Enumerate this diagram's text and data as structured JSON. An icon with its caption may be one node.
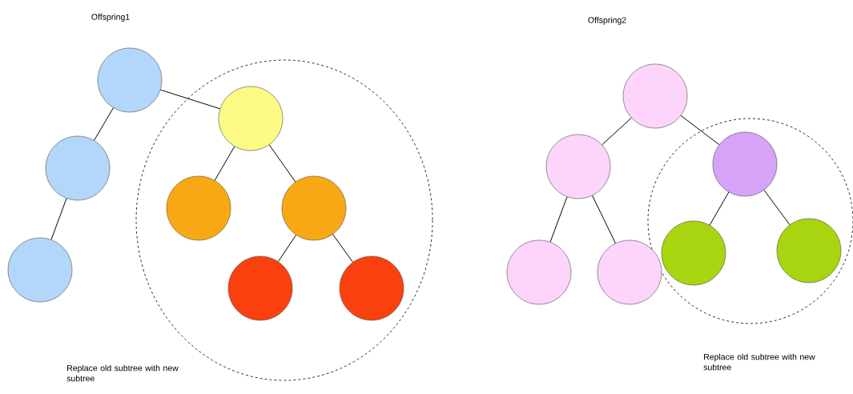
{
  "diagram": {
    "nodes": [
      {
        "text": [],
        "shape": "circle"
      },
      {
        "text": [],
        "shape": "circle"
      },
      {
        "text": [],
        "shape": "circle"
      },
      {
        "text": [],
        "shape": "circle"
      },
      {
        "text": [],
        "shape": "circle"
      },
      {
        "text": [],
        "shape": "circle"
      },
      {
        "text": [],
        "shape": "circle"
      },
      {
        "text": [],
        "shape": "circle"
      },
      {
        "text": [],
        "shape": "circle"
      },
      {
        "text": [],
        "shape": "circle"
      },
      {
        "text": [],
        "shape": "circle"
      },
      {
        "text": [],
        "shape": "circle"
      },
      {
        "text": [],
        "shape": "circle"
      },
      {
        "text": [],
        "shape": "circle"
      },
      {
        "text": [],
        "shape": "circle"
      }
    ],
    "edges": [
      {
        "from": 0,
        "to": 1,
        "arrow": "none"
      },
      {
        "from": 1,
        "to": 2,
        "arrow": "none"
      },
      {
        "from": 0,
        "to": 3,
        "arrow": "none"
      },
      {
        "from": 3,
        "to": 4,
        "arrow": "none"
      },
      {
        "from": 3,
        "to": 5,
        "arrow": "none"
      },
      {
        "from": 5,
        "to": 6,
        "arrow": "none"
      },
      {
        "from": 5,
        "to": 7,
        "arrow": "none"
      },
      {
        "from": 8,
        "to": 9,
        "arrow": "none"
      },
      {
        "from": 9,
        "to": 10,
        "arrow": "none"
      },
      {
        "from": 9,
        "to": 11,
        "arrow": "none"
      },
      {
        "from": 8,
        "to": 12,
        "arrow": "none"
      },
      {
        "from": 12,
        "to": 13,
        "arrow": "none"
      },
      {
        "from": 12,
        "to": 14,
        "arrow": "none"
      }
    ],
    "labels": [
      "Offspring1",
      "Offspring2",
      "Replace old subtree with new subtree",
      "Replace old subtree with new subtree"
    ]
  }
}
